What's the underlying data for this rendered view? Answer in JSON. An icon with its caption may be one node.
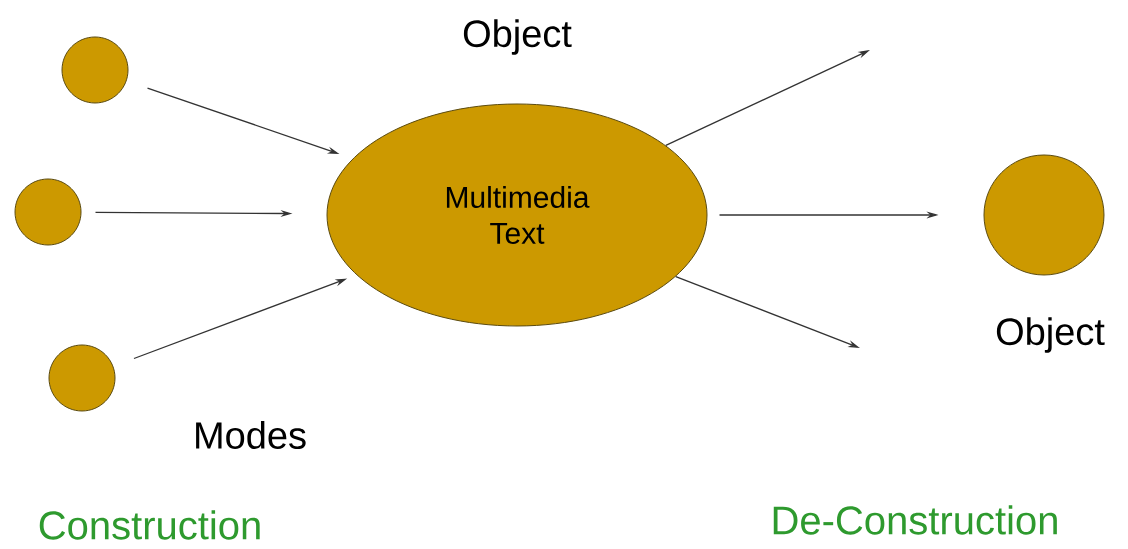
{
  "diagram": {
    "nodes": [
      {
        "text": [],
        "shape": "circle"
      },
      {
        "text": [],
        "shape": "circle"
      },
      {
        "text": [],
        "shape": "circle"
      },
      {
        "text": [
          "Multimedia Text"
        ]
      },
      {
        "text": [],
        "shape": "circle",
        "beside": [
          "Object"
        ]
      }
    ],
    "edges": [
      {
        "from": 0,
        "to": 3,
        "arrow": "to"
      },
      {
        "from": 1,
        "to": 3,
        "arrow": "to"
      },
      {
        "from": 2,
        "to": 3,
        "arrow": "to"
      },
      {
        "from": 3,
        "to": null,
        "arrow": "to"
      },
      {
        "from": 3,
        "to": 4,
        "arrow": "to"
      },
      {
        "from": 3,
        "to": null,
        "arrow": "to"
      }
    ],
    "labels": [
      "Object",
      "Modes",
      "Construction",
      "De-Construction"
    ]
  }
}
